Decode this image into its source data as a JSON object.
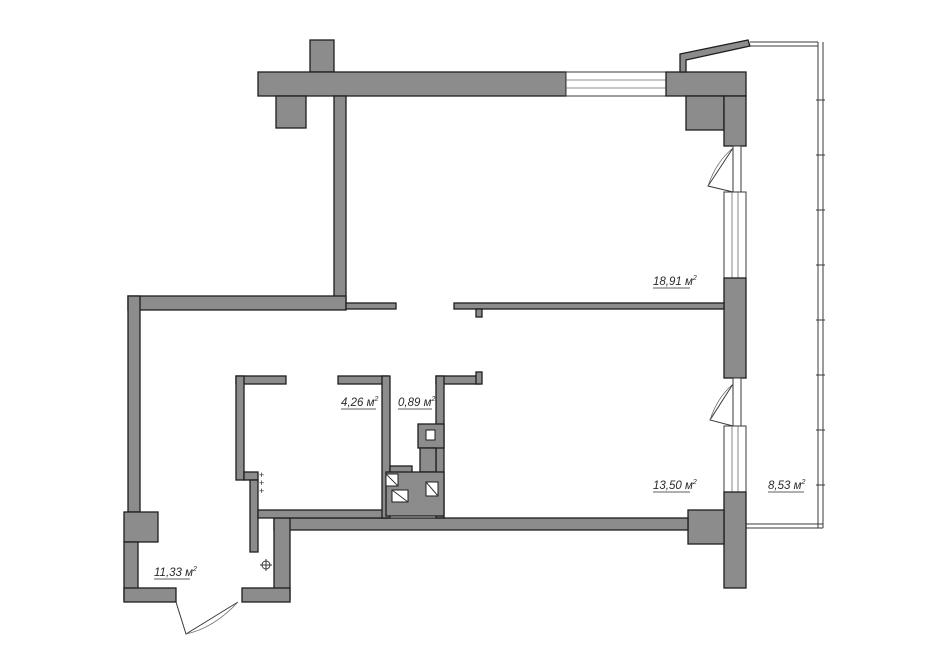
{
  "rooms": [
    {
      "id": "room-a",
      "area": "18,91",
      "unit": "м",
      "sup": "2"
    },
    {
      "id": "room-b",
      "area": "13,50",
      "unit": "м",
      "sup": "2"
    },
    {
      "id": "room-c",
      "area": "4,26",
      "unit": "м",
      "sup": "2"
    },
    {
      "id": "room-d",
      "area": "0,89",
      "unit": "м",
      "sup": "2"
    },
    {
      "id": "room-e",
      "area": "11,33",
      "unit": "м",
      "sup": "2"
    },
    {
      "id": "room-f",
      "area": "8,53",
      "unit": "м",
      "sup": "2"
    }
  ],
  "colors": {
    "wall": "#8c8c8c",
    "outline": "#1e1e1e",
    "background": "#ffffff"
  }
}
